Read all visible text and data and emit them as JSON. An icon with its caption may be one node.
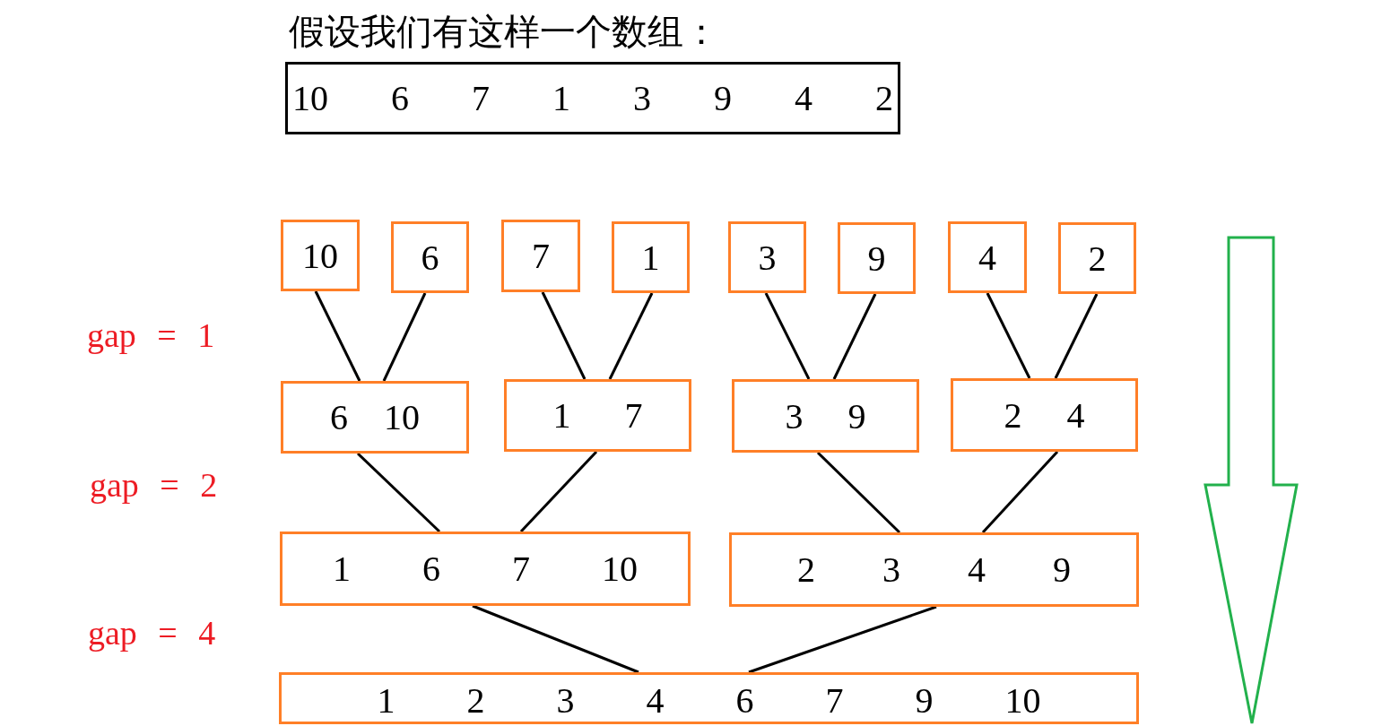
{
  "diagram": {
    "title": "假设我们有这样一个数组：",
    "nodes": [
      {
        "text": [
          "10 6 7 1 3 9 4 2"
        ]
      },
      {
        "text": [
          "10"
        ]
      },
      {
        "text": [
          "6"
        ]
      },
      {
        "text": [
          "7"
        ]
      },
      {
        "text": [
          "1"
        ]
      },
      {
        "text": [
          "3"
        ]
      },
      {
        "text": [
          "9"
        ]
      },
      {
        "text": [
          "4"
        ]
      },
      {
        "text": [
          "2"
        ]
      },
      {
        "text": [
          "6 10"
        ]
      },
      {
        "text": [
          "1 7"
        ]
      },
      {
        "text": [
          "3 9"
        ]
      },
      {
        "text": [
          "2 4"
        ]
      },
      {
        "text": [
          "1 6 7 10"
        ]
      },
      {
        "text": [
          "2 3 4 9"
        ]
      },
      {
        "text": [
          "1 2 3 4 6 7 9 10"
        ]
      }
    ],
    "edges": [
      {
        "from": 1,
        "to": 9,
        "arrow": "none"
      },
      {
        "from": 2,
        "to": 9,
        "arrow": "none"
      },
      {
        "from": 3,
        "to": 10,
        "arrow": "none"
      },
      {
        "from": 4,
        "to": 10,
        "arrow": "none"
      },
      {
        "from": 5,
        "to": 11,
        "arrow": "none"
      },
      {
        "from": 6,
        "to": 11,
        "arrow": "none"
      },
      {
        "from": 7,
        "to": 12,
        "arrow": "none"
      },
      {
        "from": 8,
        "to": 12,
        "arrow": "none"
      },
      {
        "from": 9,
        "to": 13,
        "arrow": "none"
      },
      {
        "from": 10,
        "to": 13,
        "arrow": "none"
      },
      {
        "from": 11,
        "to": 14,
        "arrow": "none"
      },
      {
        "from": 12,
        "to": 14,
        "arrow": "none"
      },
      {
        "from": 13,
        "to": 15,
        "arrow": "none"
      },
      {
        "from": 14,
        "to": 15,
        "arrow": "none"
      }
    ],
    "labels": [
      "gap = 1",
      "gap = 2",
      "gap = 4"
    ]
  }
}
